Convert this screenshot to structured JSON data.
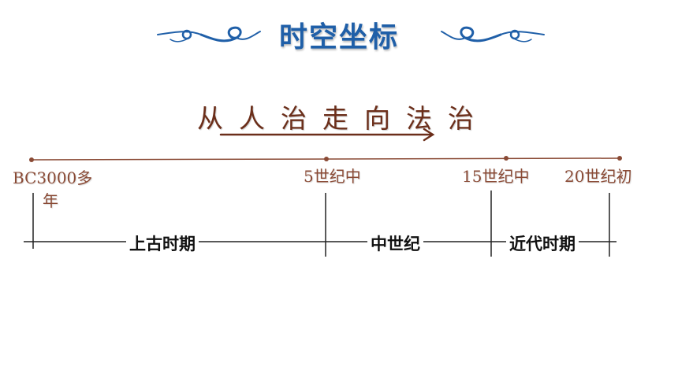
{
  "title": "时空坐标",
  "subtitle": "从人治走向法治",
  "timeline": {
    "points": [
      {
        "label_line1": "BC3000多",
        "label_line2": "年"
      },
      {
        "label_line1": "5世纪中"
      },
      {
        "label_line1": "15世纪中"
      },
      {
        "label_line1": "20世纪初"
      }
    ],
    "periods": [
      "上古时期",
      "中世纪",
      "近代时期"
    ]
  },
  "colors": {
    "title": "#1f5fa8",
    "ornament": "#1f5fa8",
    "subtitle": "#6b2e1a",
    "timeline": "#8a4a35",
    "tick": "#222222"
  }
}
